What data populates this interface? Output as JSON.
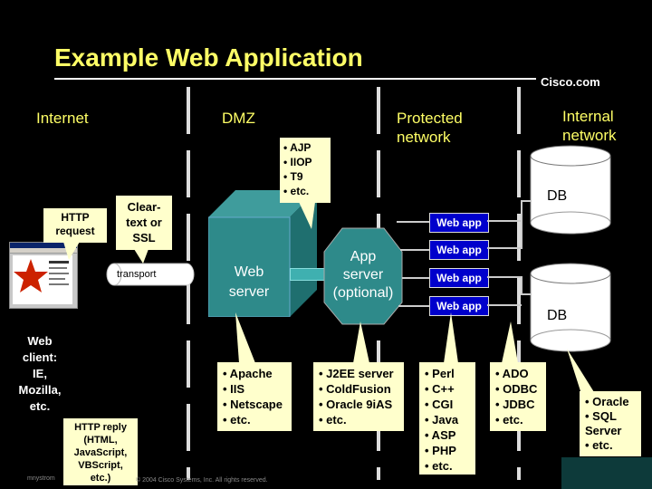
{
  "title": "Example Web Application",
  "brand": "Cisco.com",
  "zones": {
    "internet": "Internet",
    "dmz": "DMZ",
    "protected": "Protected\nnetwork",
    "internal": "Internal\nnetwork"
  },
  "protocols": "• AJP\n• IIOP\n• T9\n• etc.",
  "http_request": "HTTP\nrequest",
  "cleartext": "Clear-\ntext or\nSSL",
  "transport": "transport",
  "web_client": "Web\nclient:\nIE,\nMozilla,\netc.",
  "http_reply": "HTTP reply\n(HTML,\nJavaScript,\nVBScript,\netc.)",
  "web_server": "Web\nserver",
  "app_server": "App\nserver\n(optional)",
  "web_apps": [
    "Web app",
    "Web app",
    "Web app",
    "Web app"
  ],
  "db_labels": [
    "DB",
    "DB"
  ],
  "lists": {
    "web_server": "• Apache\n• IIS\n• Netscape\n• etc.",
    "app_server": "• J2EE server\n• ColdFusion\n• Oracle 9iAS\n• etc.",
    "languages": "• Perl\n• C++\n• CGI\n• Java\n• ASP\n• PHP\n• etc.",
    "db_access": "• ADO\n• ODBC\n• JDBC\n• etc.",
    "databases": "• Oracle\n• SQL\nServer\n• etc."
  },
  "footer_left": "mnystrom",
  "footer_copyright": "© 2004 Cisco Systems, Inc. All rights reserved."
}
